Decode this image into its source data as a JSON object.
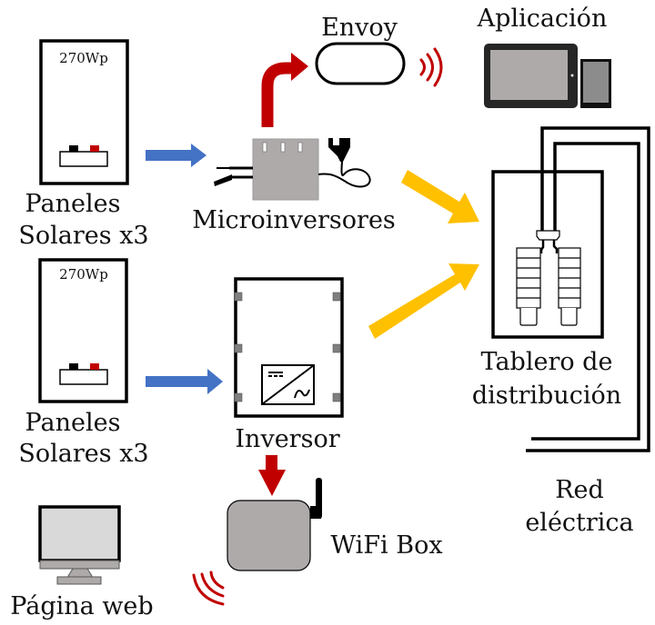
{
  "title": "Solar PV monitoring system diagram",
  "colors": {
    "flow_dc": "#4472c4",
    "flow_ac": "#ffc000",
    "flow_data": "#c00000",
    "wifi": "#c00000",
    "device_gray": "#aeaaaa",
    "dark": "#222222"
  },
  "nodes": {
    "panels_top": {
      "rating": "270Wp",
      "label_line1": "Paneles",
      "label_line2": "Solares x3"
    },
    "panels_bottom": {
      "rating": "270Wp",
      "label_line1": "Paneles",
      "label_line2": "Solares x3"
    },
    "microinverters": {
      "label": "Microinversores"
    },
    "envoy": {
      "label": "Envoy"
    },
    "app": {
      "label": "Aplicación"
    },
    "inverter": {
      "label": "Inversor"
    },
    "wifi_box": {
      "label": "WiFi Box"
    },
    "web_page": {
      "label": "Página web"
    },
    "distribution_board": {
      "label_line1": "Tablero de",
      "label_line2": "distribución"
    },
    "grid": {
      "label_line1": "Red",
      "label_line2": "eléctrica"
    }
  },
  "connections": [
    {
      "from": "panels_top",
      "to": "microinverters",
      "type": "dc"
    },
    {
      "from": "panels_bottom",
      "to": "inverter",
      "type": "dc"
    },
    {
      "from": "microinverters",
      "to": "envoy",
      "type": "data"
    },
    {
      "from": "envoy",
      "to": "app",
      "type": "wifi"
    },
    {
      "from": "inverter",
      "to": "wifi_box",
      "type": "data"
    },
    {
      "from": "wifi_box",
      "to": "web_page",
      "type": "wifi"
    },
    {
      "from": "microinverters",
      "to": "distribution_board",
      "type": "ac"
    },
    {
      "from": "inverter",
      "to": "distribution_board",
      "type": "ac"
    },
    {
      "from": "distribution_board",
      "to": "grid",
      "type": "ac"
    }
  ]
}
